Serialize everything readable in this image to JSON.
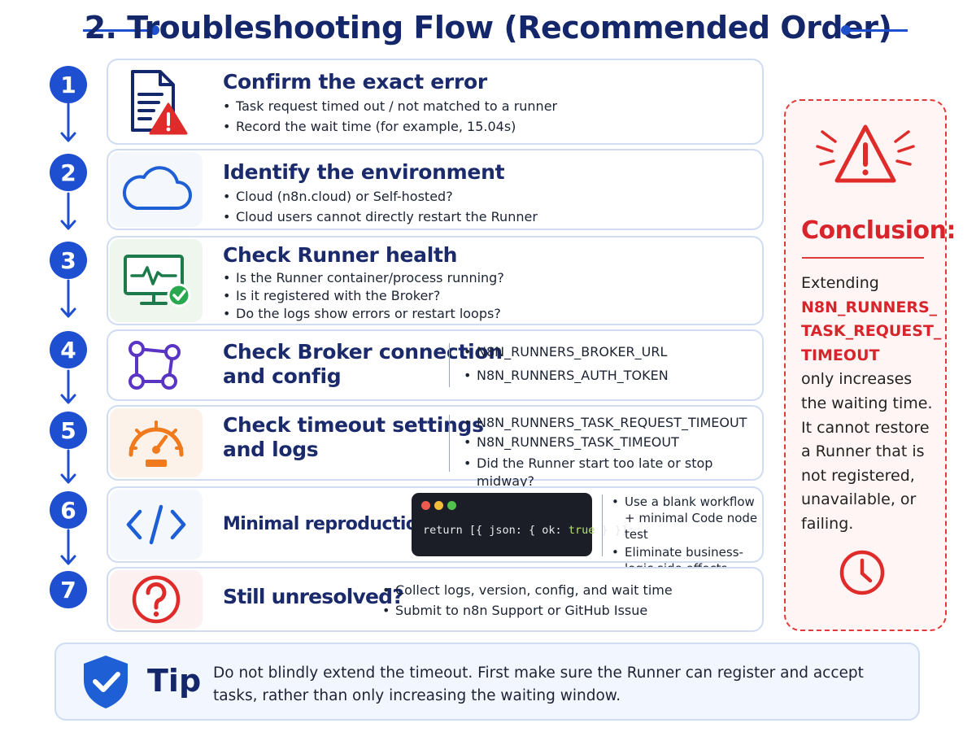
{
  "title": "2. Troubleshooting Flow (Recommended Order)",
  "steps": [
    {
      "num": "1",
      "heading": "Confirm the exact error",
      "bullets": [
        "Task request timed out / not matched to a runner",
        "Record the wait time (for example, 15.04s)"
      ],
      "icon": "document-warning-icon"
    },
    {
      "num": "2",
      "heading": "Identify the environment",
      "bullets": [
        "Cloud (n8n.cloud) or Self-hosted?",
        "Cloud users cannot directly restart the Runner"
      ],
      "icon": "cloud-icon"
    },
    {
      "num": "3",
      "heading": "Check Runner health",
      "bullets": [
        "Is the Runner container/process running?",
        "Is it registered with the Broker?",
        "Do the logs show errors or restart loops?"
      ],
      "icon": "monitor-health-icon"
    },
    {
      "num": "4",
      "heading_lines": [
        "Check Broker connection",
        "and config"
      ],
      "bullets": [
        "N8N_RUNNERS_BROKER_URL",
        "N8N_RUNNERS_AUTH_TOKEN"
      ],
      "icon": "connection-nodes-icon"
    },
    {
      "num": "5",
      "heading_lines": [
        "Check timeout settings",
        "and logs"
      ],
      "bullets": [
        "N8N_RUNNERS_TASK_REQUEST_TIMEOUT",
        "N8N_RUNNERS_TASK_TIMEOUT",
        "Did the Runner start too late or stop midway?"
      ],
      "icon": "speedometer-icon"
    },
    {
      "num": "6",
      "heading": "Minimal reproduction test",
      "code": {
        "prefix": "return [{ json: { ok: ",
        "value": "true",
        "suffix": " } }];"
      },
      "bullets": [
        "Use a blank workflow + minimal Code node test",
        "Eliminate business-logic side effects"
      ],
      "icon": "code-brackets-icon"
    },
    {
      "num": "7",
      "heading": "Still unresolved?",
      "bullets": [
        "Collect logs, version, config, and wait time",
        "Submit to n8n Support or GitHub Issue"
      ],
      "icon": "question-icon"
    }
  ],
  "conclusion": {
    "title": "Conclusion:",
    "lead": "Extending",
    "highlight_lines": [
      "N8N_RUNNERS_",
      "TASK_REQUEST_",
      "TIMEOUT"
    ],
    "rest_lines": [
      "only increases",
      "the waiting time.",
      "It cannot restore",
      "a Runner that is",
      "not registered,",
      "unavailable, or",
      "failing."
    ]
  },
  "tip": {
    "label": "Tip",
    "text": "Do not blindly extend the timeout. First make sure the Runner can register and accept tasks, rather than only increasing the waiting window."
  },
  "colors": {
    "primary": "#1f4fd1",
    "navy": "#14276b",
    "red": "#d8242b",
    "orange": "#f07a1c",
    "purple": "#6a3fc9",
    "green": "#1f9d4a"
  }
}
